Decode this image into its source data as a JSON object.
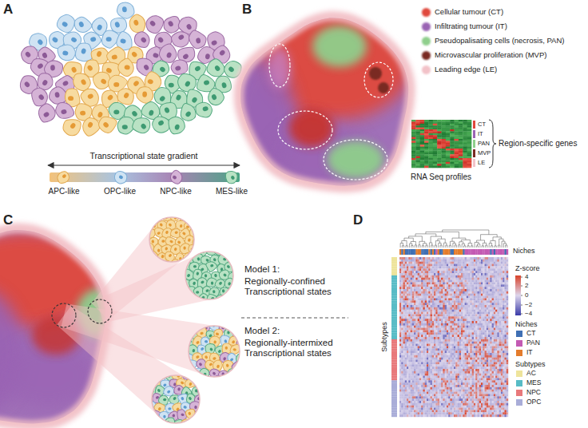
{
  "diagram": {
    "labels": [
      "A",
      "Transcriptional state gradient",
      "APC-like",
      "OPC-like",
      "NPC-like",
      "MES-like",
      "B",
      "CT",
      "IT",
      "PAN",
      "MVP",
      "LE",
      "Region-specific genes",
      "RNA Seq profiles",
      "C",
      "Model 1:",
      "Regionally-confined Transcriptional states",
      "Model 2:",
      "Regionally-intermixed Transcriptional states",
      "D",
      "Niches",
      "Subtypes",
      "Z-score",
      "4",
      "2",
      "0",
      "−2",
      "−4",
      "Niches",
      "Subtypes"
    ],
    "legend": [
      {
        "text": "Cellular tumour (CT)",
        "color": "#e0483c"
      },
      {
        "text": "Infiltrating tumour (IT)",
        "color": "#9a64b4"
      },
      {
        "text": "Pseudopalisating cells (necrosis, PAN)",
        "color": "#8fcf8c"
      },
      {
        "text": "Microvascular proliferation (MVP)",
        "color": "#7a2a22"
      },
      {
        "text": "Leading edge (LE)",
        "color": "#f2c2c8"
      },
      {
        "text": "CT",
        "color": "#3f6fb3"
      },
      {
        "text": "PAN",
        "color": "#c35ab3"
      },
      {
        "text": "IT",
        "color": "#e47c2c"
      },
      {
        "text": "AC",
        "color": "#eee49c"
      },
      {
        "text": "MES",
        "color": "#58bcc6"
      },
      {
        "text": "NPC",
        "color": "#e8797b"
      },
      {
        "text": "OPC",
        "color": "#a9add8"
      }
    ]
  }
}
